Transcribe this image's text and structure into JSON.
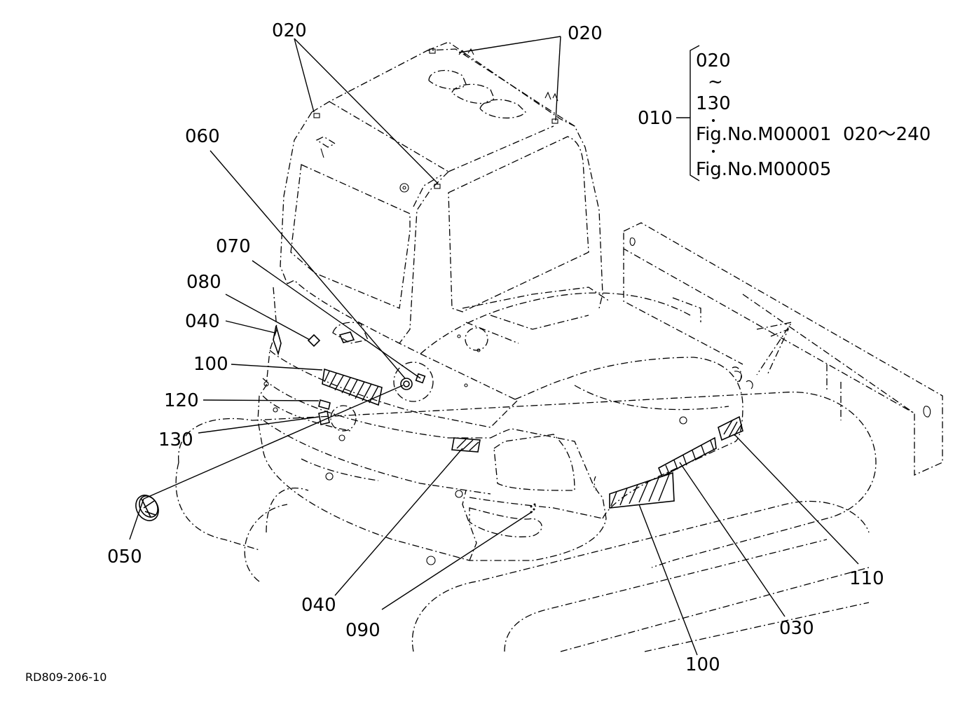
{
  "callouts": {
    "c020_left": "020",
    "c020_right": "020",
    "c060": "060",
    "c070": "070",
    "c080": "080",
    "c040_left": "040",
    "c100_left": "100",
    "c120": "120",
    "c130": "130",
    "c050": "050",
    "c040_bottom": "040",
    "c090": "090",
    "c100_bottom": "100",
    "c030": "030",
    "c110": "110"
  },
  "assembly_note": {
    "label": "010",
    "range_start": "020",
    "tilde": "~",
    "range_end": "130",
    "ref1_fig": "Fig.No.M00001",
    "ref1_range": "020～240",
    "ref2_fig": "Fig.No.M00005"
  },
  "drawing_id": "RD809-206-10"
}
